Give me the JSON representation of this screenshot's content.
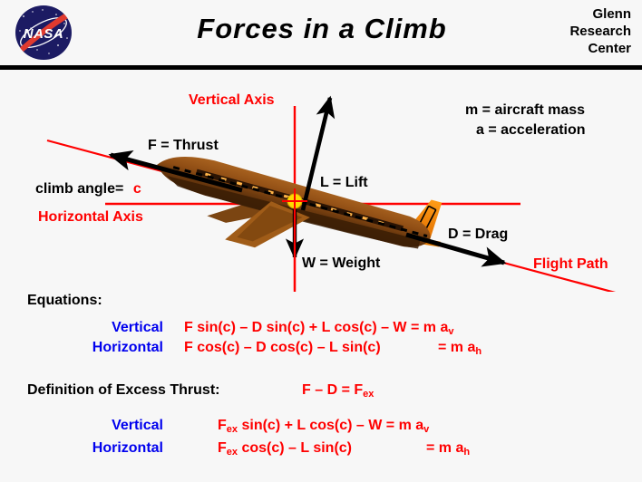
{
  "header": {
    "title": "Forces  in  a  Climb",
    "center_line1": "Glenn",
    "center_line2": "Research",
    "center_line3": "Center",
    "logo_alt": "NASA",
    "logo_text": "NASA"
  },
  "diagram": {
    "vertical_axis": "Vertical  Axis",
    "horizontal_axis": "Horizontal  Axis",
    "flight_path": "Flight  Path",
    "thrust": "F = Thrust",
    "lift": "L = Lift",
    "drag": "D = Drag",
    "weight": "W = Weight",
    "climb_angle_label": "climb angle=",
    "climb_angle_symbol": "c",
    "mass_def": "m = aircraft  mass",
    "accel_def": "a =  acceleration",
    "colors": {
      "axis_red": "#ff0000",
      "vector_black": "#000000",
      "cg_dot": "#ffd900",
      "fuselage": "#8a4a16",
      "wing": "#ff8c00"
    }
  },
  "equations": {
    "heading": "Equations:",
    "rows": [
      {
        "direction": "Vertical",
        "expression": "F sin(c)  – D sin(c)  + L cos(c)  – W = m a",
        "subscript": "v"
      },
      {
        "direction": "Horizontal",
        "expression": "F cos(c) – D cos(c)  – L sin(c)",
        "tail": "= m a",
        "subscript": "h"
      }
    ],
    "excess_heading": "Definition  of Excess  Thrust:",
    "excess_definition_pre": "F  –  D  =  F",
    "excess_definition_sub": "ex",
    "excess_rows": [
      {
        "direction": "Vertical",
        "lead": "F",
        "lead_sub": "ex",
        "expression": " sin(c)  +  L cos(c)  – W  = m a",
        "subscript": "v"
      },
      {
        "direction": "Horizontal",
        "lead": "F",
        "lead_sub": "ex",
        "expression": " cos(c)  –  L sin(c)",
        "tail": "= m a",
        "subscript": "h"
      }
    ]
  }
}
